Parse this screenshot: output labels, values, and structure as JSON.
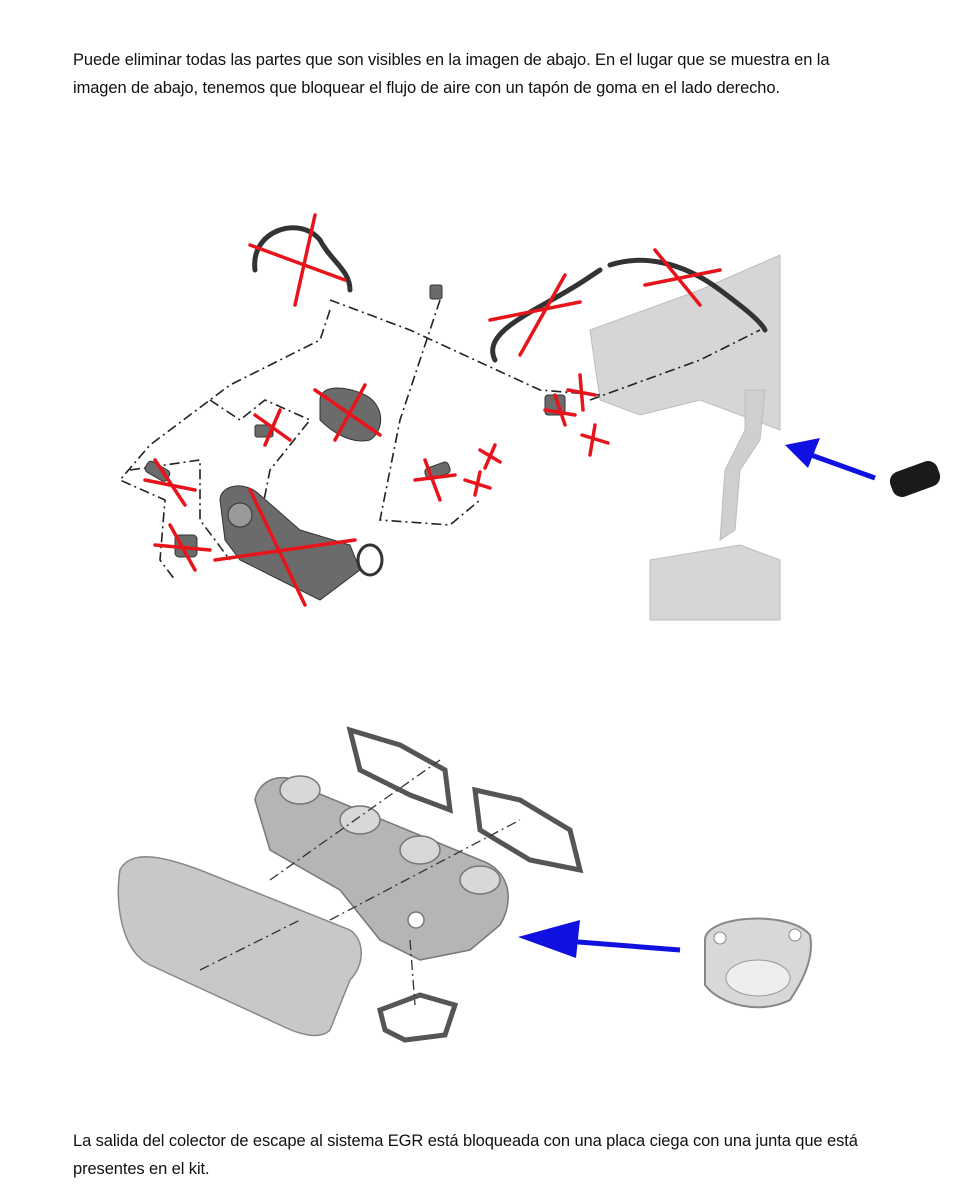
{
  "intro_text": {
    "line1": "Puede eliminar todas las partes que son visibles en la imagen de abajo. En el lugar que se muestra en la",
    "line2": "imagen de abajo, tenemos que bloquear el flujo de aire con un tapón de goma en el lado derecho."
  },
  "outro_text": {
    "line1": "La salida del colector de escape al sistema EGR está bloqueada con una placa ciega con una junta que está",
    "line2": "presentes en el kit."
  },
  "colors": {
    "cross_out": "#e8141c",
    "arrow": "#1010e0",
    "part_gray": "#8a8a8a"
  }
}
